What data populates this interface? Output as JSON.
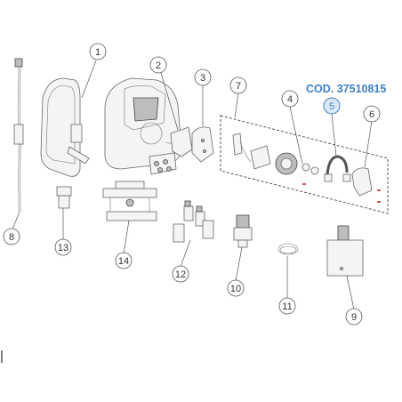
{
  "code_label": "COD. 37510815",
  "highlight_color": "#3f7fc4",
  "callouts": {
    "c1": "1",
    "c2": "2",
    "c3": "3",
    "c4": "4",
    "c5": "5",
    "c6": "6",
    "c7": "7",
    "c8": "8",
    "c9": "9",
    "c10": "10",
    "c11": "11",
    "c12": "12",
    "c13": "13",
    "c14": "14"
  },
  "highlighted_callout": "5"
}
